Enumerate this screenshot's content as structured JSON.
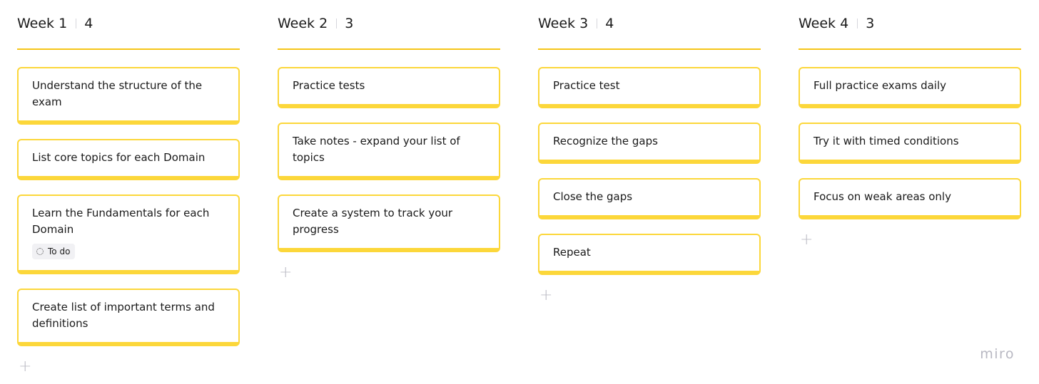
{
  "columns": [
    {
      "title": "Week 1",
      "count": "4",
      "cards": [
        {
          "text": "Understand the structure of the exam"
        },
        {
          "text": "List core topics for each Domain"
        },
        {
          "text": "Learn the Fundamentals for each Domain",
          "tag": "To do"
        },
        {
          "text": "Create list of important terms and definitions"
        }
      ],
      "add_label": "+"
    },
    {
      "title": "Week 2",
      "count": "3",
      "cards": [
        {
          "text": "Practice tests"
        },
        {
          "text": "Take notes - expand your list of topics"
        },
        {
          "text": "Create a system to track your progress"
        }
      ],
      "add_label": "+"
    },
    {
      "title": "Week 3",
      "count": "4",
      "cards": [
        {
          "text": "Practice test"
        },
        {
          "text": "Recognize the gaps"
        },
        {
          "text": "Close the gaps"
        },
        {
          "text": "Repeat"
        }
      ],
      "add_label": "+"
    },
    {
      "title": "Week 4",
      "count": "3",
      "cards": [
        {
          "text": "Full practice exams daily"
        },
        {
          "text": "Try it with timed conditions"
        },
        {
          "text": "Focus on weak areas only"
        }
      ],
      "add_label": "+"
    }
  ],
  "brand": "miro",
  "colors": {
    "accent": "#fcd73a",
    "header_rule": "#f5c518",
    "text": "#1a1a1a",
    "muted": "#bdbdc6"
  }
}
